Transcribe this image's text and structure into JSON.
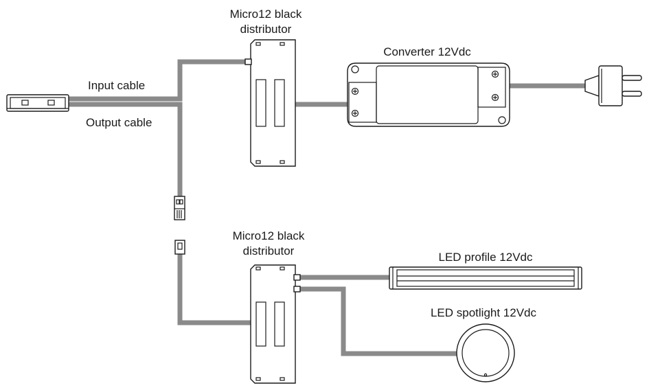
{
  "labels": {
    "distributor_top_line1": "Micro12 black",
    "distributor_top_line2": "distributor",
    "converter": "Converter 12Vdc",
    "input_cable": "Input cable",
    "output_cable": "Output cable",
    "distributor_bottom_line1": "Micro12 black",
    "distributor_bottom_line2": "distributor",
    "led_profile": "LED profile 12Vdc",
    "led_spotlight": "LED spotlight 12Vdc"
  },
  "colors": {
    "cable": "#8a8a8a",
    "outline": "#1a1a1a",
    "background": "#ffffff"
  }
}
